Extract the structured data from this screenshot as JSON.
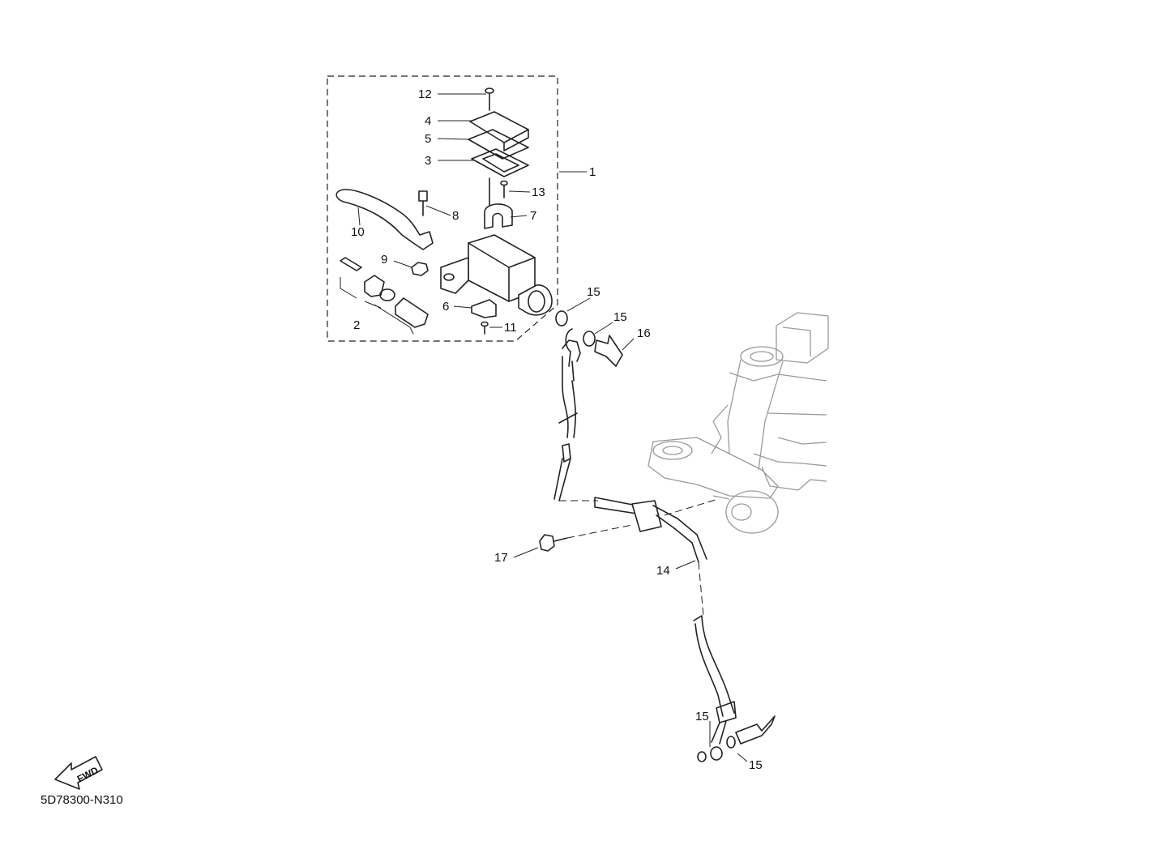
{
  "diagram_code": "5D78300-N310",
  "fwd_label": "FWD",
  "callouts": [
    {
      "id": "c12",
      "label": "12"
    },
    {
      "id": "c4",
      "label": "4"
    },
    {
      "id": "c5",
      "label": "5"
    },
    {
      "id": "c3",
      "label": "3"
    },
    {
      "id": "c1",
      "label": "1"
    },
    {
      "id": "c13",
      "label": "13"
    },
    {
      "id": "c8",
      "label": "8"
    },
    {
      "id": "c7",
      "label": "7"
    },
    {
      "id": "c10",
      "label": "10"
    },
    {
      "id": "c9",
      "label": "9"
    },
    {
      "id": "c6",
      "label": "6"
    },
    {
      "id": "c2",
      "label": "2"
    },
    {
      "id": "c11",
      "label": "11"
    },
    {
      "id": "c15a",
      "label": "15"
    },
    {
      "id": "c15b",
      "label": "15"
    },
    {
      "id": "c16",
      "label": "16"
    },
    {
      "id": "c17",
      "label": "17"
    },
    {
      "id": "c14",
      "label": "14"
    },
    {
      "id": "c15c",
      "label": "15"
    },
    {
      "id": "c15d",
      "label": "15"
    }
  ]
}
